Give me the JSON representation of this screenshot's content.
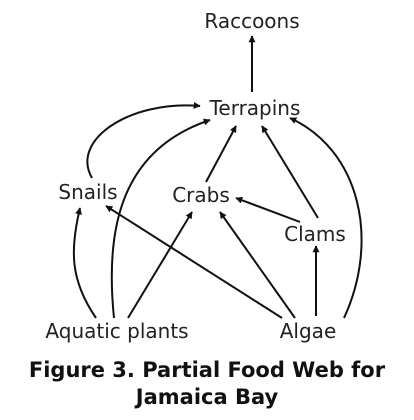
{
  "organisms": {
    "raccoons": "Raccoons",
    "terrapins": "Terrapins",
    "snails": "Snails",
    "crabs": "Crabs",
    "clams": "Clams",
    "aquatic_plants": "Aquatic plants",
    "algae": "Algae"
  },
  "feeding_relationships": [
    {
      "from": "Terrapins",
      "to": "Raccoons"
    },
    {
      "from": "Snails",
      "to": "Terrapins"
    },
    {
      "from": "Crabs",
      "to": "Terrapins"
    },
    {
      "from": "Clams",
      "to": "Terrapins"
    },
    {
      "from": "Clams",
      "to": "Crabs"
    },
    {
      "from": "Aquatic plants",
      "to": "Snails"
    },
    {
      "from": "Aquatic plants",
      "to": "Terrapins"
    },
    {
      "from": "Aquatic plants",
      "to": "Crabs"
    },
    {
      "from": "Algae",
      "to": "Snails"
    },
    {
      "from": "Algae",
      "to": "Crabs"
    },
    {
      "from": "Algae",
      "to": "Clams"
    },
    {
      "from": "Algae",
      "to": "Terrapins"
    }
  ],
  "caption": {
    "line1": "Figure 3. Partial Food Web for",
    "line2": "Jamaica Bay"
  },
  "colors": {
    "line": "#111111",
    "text": "#222222"
  }
}
